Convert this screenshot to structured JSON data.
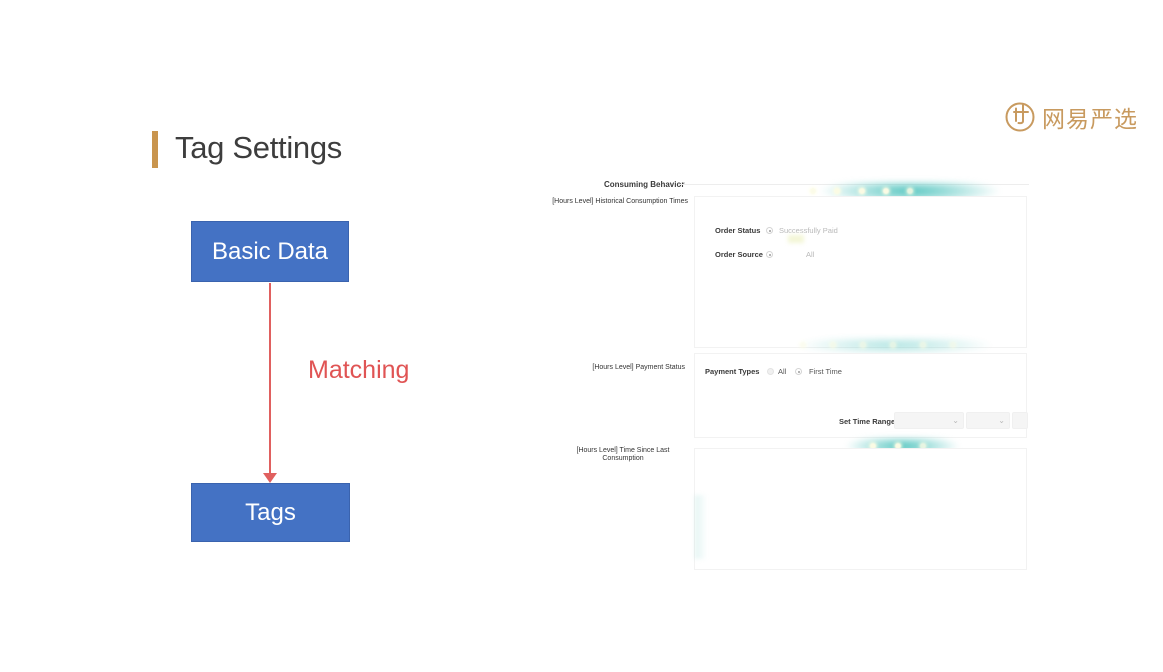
{
  "slide": {
    "title": "Tag Settings",
    "accent_color": "#C9954E",
    "title_color": "#3D3D3D"
  },
  "logo": {
    "text": "网易严选",
    "color": "#C89A5F"
  },
  "diagram": {
    "node_fill": "#4472C4",
    "node_border": "#3A63AE",
    "arrow_color": "#E0605F",
    "source_label": "Basic Data",
    "target_label": "Tags",
    "edge_label": "Matching"
  },
  "screenshot": {
    "accent_teal": "#48C1BB",
    "section_header": "Consuming Behavior",
    "sections": [
      {
        "label": "[Hours Level] Historical Consumption Times",
        "fields": [
          {
            "name": "Order Status",
            "value": "Successfully Paid"
          },
          {
            "name": "Order Source",
            "value": "All"
          }
        ]
      },
      {
        "label": "[Hours Level] Payment Status",
        "fields": [
          {
            "name": "Payment Types",
            "options": [
              "All",
              "First Time"
            ],
            "selected": "First Time"
          },
          {
            "name": "Set Time Range",
            "value": ""
          }
        ]
      },
      {
        "label": "[Hours Level] Time Since Last Consumption",
        "fields": []
      }
    ]
  }
}
